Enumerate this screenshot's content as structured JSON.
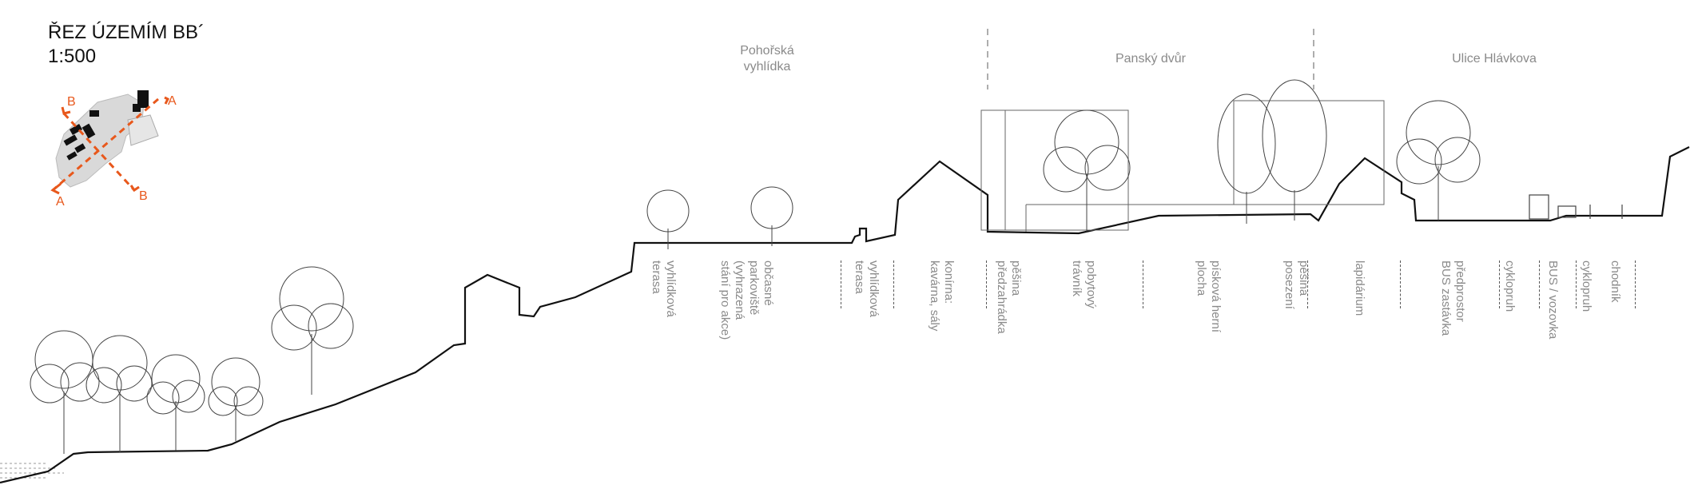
{
  "title": {
    "line1": "ŘEZ ÚZEMÍM BB´",
    "line2": "1:500"
  },
  "keymap": {
    "marker_a_top": "A",
    "marker_a_bottom": "A",
    "marker_b_top": "B",
    "marker_b_bottom": "B"
  },
  "zones": [
    {
      "id": "pohorska",
      "line1": "Pohořská",
      "line2": "vyhlídka"
    },
    {
      "id": "pansky",
      "line1": "Panský dvůr",
      "line2": ""
    },
    {
      "id": "hlavkova",
      "line1": "Ulice Hlávkova",
      "line2": ""
    }
  ],
  "labels": [
    {
      "line1": "vyhlídková",
      "line2": "terasa"
    },
    {
      "line1": "občasné",
      "line2": "parkoviště",
      "line3": "(vyhrazená",
      "line4": "stání pro akce)"
    },
    {
      "line1": "vyhlídková",
      "line2": "terasa"
    },
    {
      "line1": "konírna:",
      "line2": "kavárna, sály"
    },
    {
      "line1": "pěšina",
      "line2": "předzahrádka"
    },
    {
      "line1": "pobytový",
      "line2": "trávník"
    },
    {
      "line1": "písková herní",
      "line2": "plocha"
    },
    {
      "line1": "pěšina",
      "line2": "posezení"
    },
    {
      "line1": "lapidárium",
      "line2": ""
    },
    {
      "line1": "předprostor",
      "line2": "BUS zastávka"
    },
    {
      "line1": "cyklopruh",
      "line2": ""
    },
    {
      "line1": "BUS / vozovka",
      "line2": ""
    },
    {
      "line1": "cyklopruh",
      "line2": ""
    },
    {
      "line1": "chodník",
      "line2": ""
    }
  ],
  "colors": {
    "accent": "#e8581c",
    "ink": "#1a1a1a",
    "muted": "#8a8a8a",
    "keymap_fill": "#d9d9d9"
  }
}
